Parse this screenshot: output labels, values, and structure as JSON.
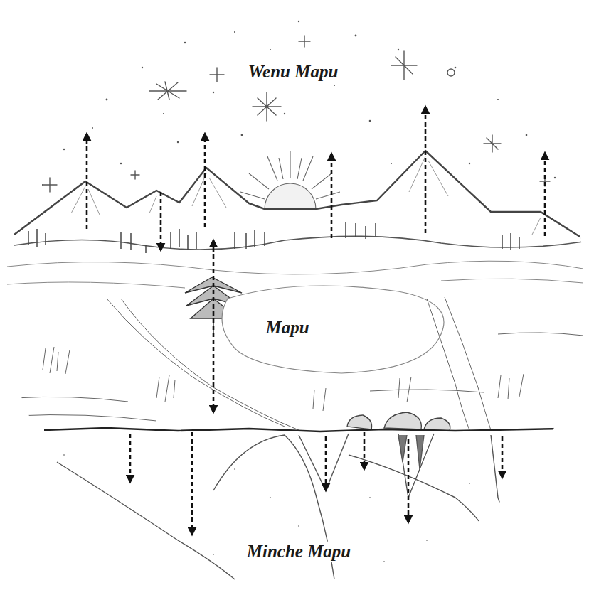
{
  "diagram": {
    "labels": [
      "Wenu Mapu",
      "Mapu",
      "Minche Mapu"
    ]
  }
}
